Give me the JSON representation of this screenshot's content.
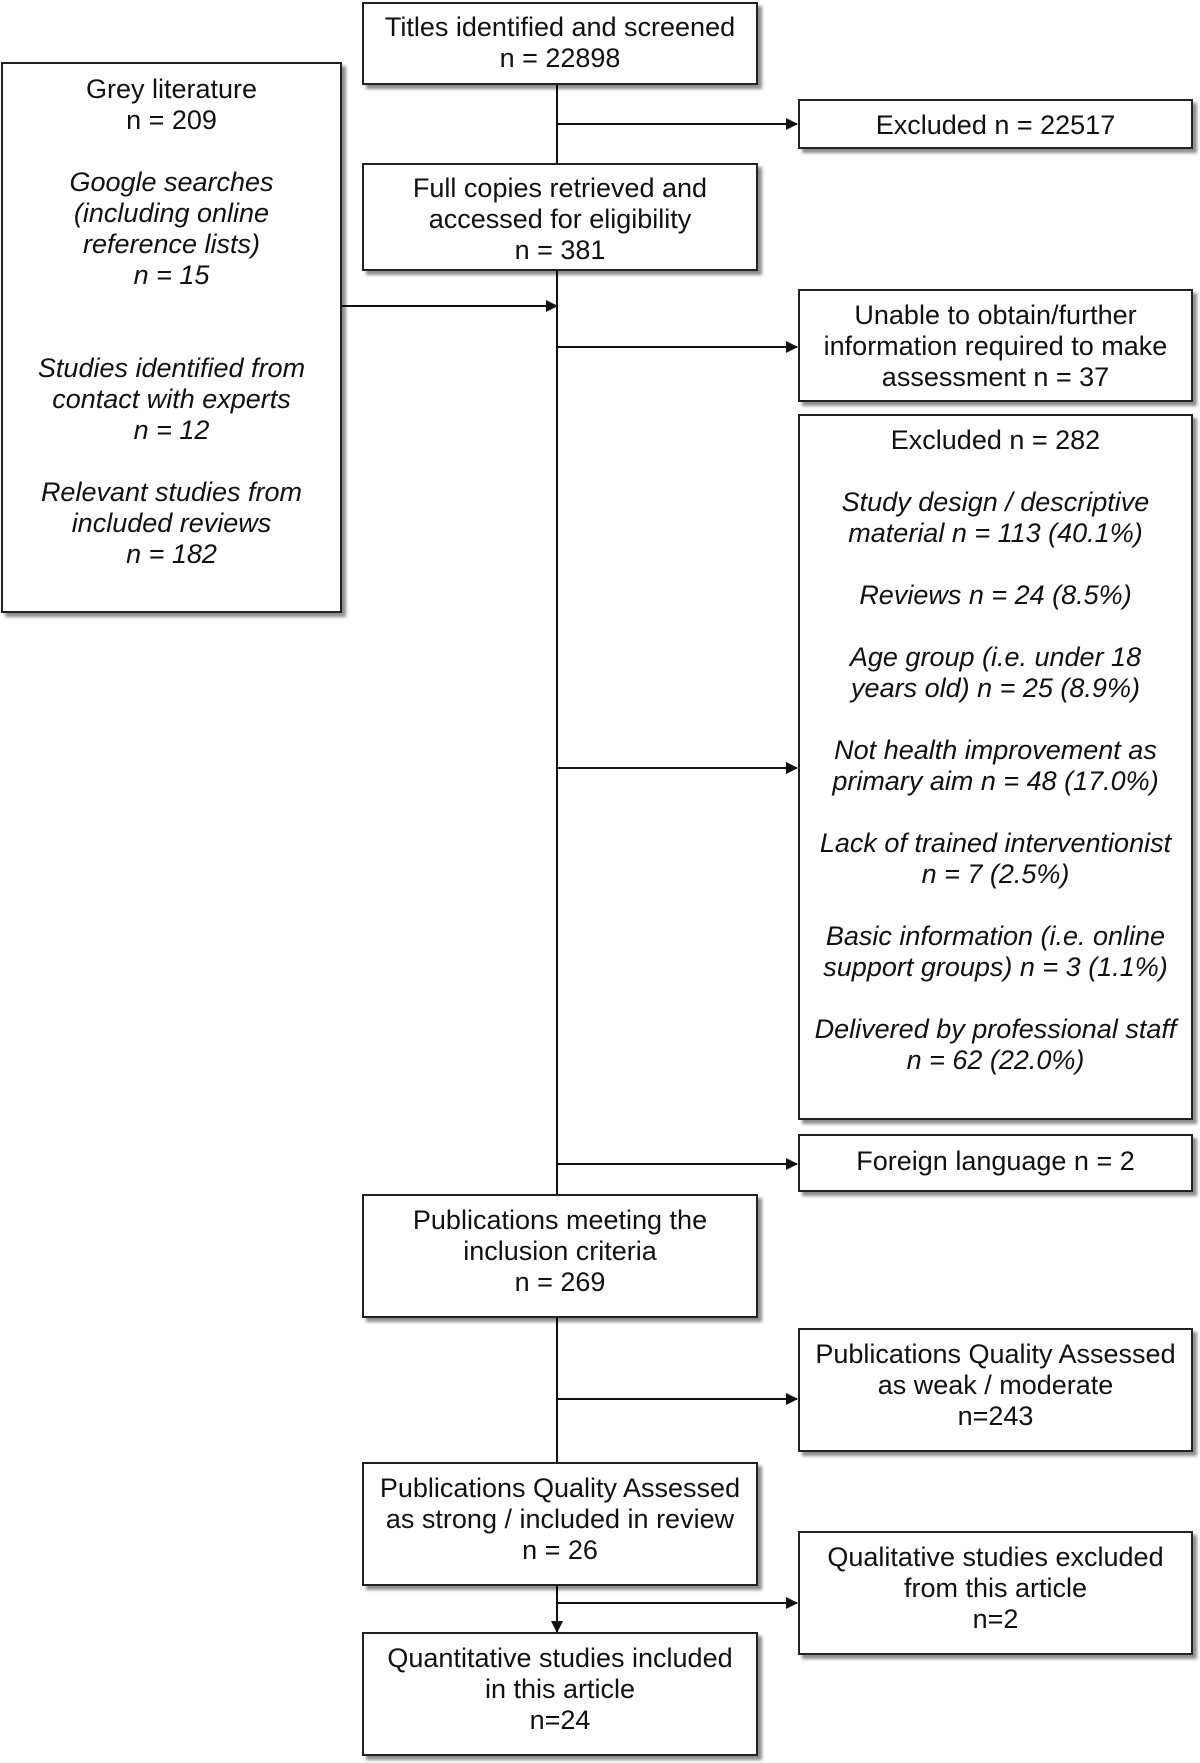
{
  "titles": {
    "label": "Titles identified and screened",
    "n": "n = 22898"
  },
  "excluded_first": {
    "text": "Excluded n = 22517"
  },
  "full_copies": {
    "line1": "Full copies retrieved and",
    "line2": "accessed for eligibility",
    "n": "n = 381"
  },
  "grey": {
    "title": "Grey literature",
    "n": "n = 209",
    "sources": [
      {
        "l1": "Google searches",
        "l2": "(including online",
        "l3": "reference lists)",
        "n": "n = 15"
      },
      {
        "l1": "Studies identified from",
        "l2": "contact with experts",
        "n": "n = 12"
      },
      {
        "l1": "Relevant studies from",
        "l2": "included reviews",
        "n": "n = 182"
      }
    ]
  },
  "unable": {
    "l1": "Unable to obtain/further",
    "l2": "information required to make",
    "l3": "assessment n = 37"
  },
  "excluded_282": {
    "title": "Excluded n = 282",
    "reasons": [
      {
        "l1": "Study design / descriptive",
        "l2": "material n = 113 (40.1%)"
      },
      {
        "l1": "Reviews n = 24 (8.5%)"
      },
      {
        "l1": "Age group (i.e. under 18",
        "l2": "years old) n = 25 (8.9%)"
      },
      {
        "l1": "Not health improvement as",
        "l2": "primary aim n = 48 (17.0%)"
      },
      {
        "l1": "Lack of trained interventionist",
        "l2": "n = 7 (2.5%)"
      },
      {
        "l1": "Basic information (i.e. online",
        "l2": "support groups) n = 3 (1.1%)"
      },
      {
        "l1": "Delivered by professional staff",
        "l2": "n = 62 (22.0%)"
      }
    ]
  },
  "foreign": {
    "text": "Foreign language n = 2"
  },
  "meeting": {
    "l1": "Publications meeting the",
    "l2": "inclusion criteria",
    "n": "n = 269"
  },
  "weak": {
    "l1": "Publications Quality Assessed",
    "l2": "as weak / moderate",
    "n": "n=243"
  },
  "strong": {
    "l1": "Publications Quality Assessed",
    "l2": "as strong / included in review",
    "n": "n = 26"
  },
  "qualitative": {
    "l1": "Qualitative studies excluded",
    "l2": "from this article",
    "n": "n=2"
  },
  "quantitative": {
    "l1": "Quantitative studies included",
    "l2": "in this article",
    "n": "n=24"
  }
}
